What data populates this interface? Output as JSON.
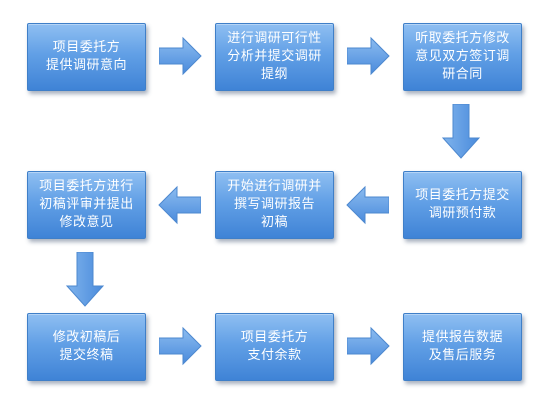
{
  "steps": [
    {
      "id": "s1",
      "text": "项目委托方\n提供调研意向"
    },
    {
      "id": "s2",
      "text": "进行调研可行性\n分析并提交调研\n提纲"
    },
    {
      "id": "s3",
      "text": "听取委托方修改\n意见双方签订调\n研合同"
    },
    {
      "id": "s4",
      "text": "项目委托方提交\n调研预付款"
    },
    {
      "id": "s5",
      "text": "开始进行调研并\n撰写调研报告\n初稿"
    },
    {
      "id": "s6",
      "text": "项目委托方进行\n初稿评审并提出\n修改意见"
    },
    {
      "id": "s7",
      "text": "修改初稿后\n提交终稿"
    },
    {
      "id": "s8",
      "text": "项目委托方\n支付余款"
    },
    {
      "id": "s9",
      "text": "提供报告数据\n及售后服务"
    }
  ],
  "colors": {
    "box_top": "#8fbff2",
    "box_bottom": "#3f83d6",
    "arrow_fill": "#5b9be3",
    "text": "#ffffff"
  }
}
